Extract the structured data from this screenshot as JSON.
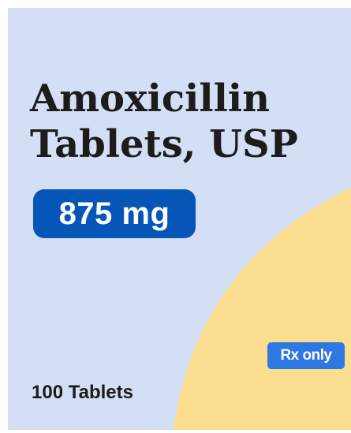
{
  "product": {
    "name_line1": "Amoxicillin",
    "name_line2": "Tablets, USP",
    "strength": "875 mg",
    "rx_status": "Rx only",
    "count": "100 Tablets"
  },
  "colors": {
    "background": "#d4def5",
    "accent_shape": "#fbde8f",
    "strength_badge": "#0656b8",
    "rx_badge": "#2d78e2",
    "text": "#1c1c1c"
  }
}
